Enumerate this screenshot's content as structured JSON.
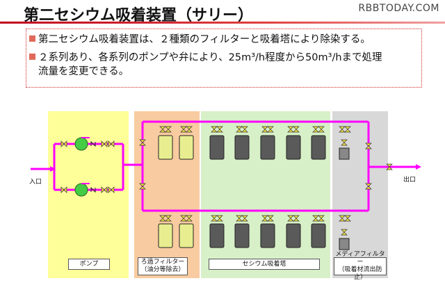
{
  "title": "第二セシウム吸着装置（サリー）",
  "watermark": "RBBTODAY.COM",
  "bullets": [
    "第二セシウム吸着装置は、２種類のフィルターと吸着塔により除染する。",
    "２系列あり、各系列のポンプや弁により、25m³/h程度から50m³/hまで処理",
    "流量を変更できる。"
  ],
  "zones": {
    "pump": "ポンプ",
    "filter_line1": "ろ過フィルター",
    "filter_line2": "（油分等除去）",
    "cesium": "セシウム吸着塔",
    "media_line1": "メディアフィルター",
    "media_line2": "（吸着材流出防止）"
  },
  "inlet": "入口",
  "outlet": "出口",
  "colors": {
    "pipe": "#ff00ff",
    "pump_zone": "#ffff99",
    "filter_zone": "#f8cba0",
    "cesium_zone": "#d8f0c8",
    "media_zone": "#d8d8d8",
    "pump": "#44cc44",
    "valve": "#f0e040",
    "filter_vessel": "#e8ee90",
    "cesium_vessel": "#5a5a5a"
  }
}
